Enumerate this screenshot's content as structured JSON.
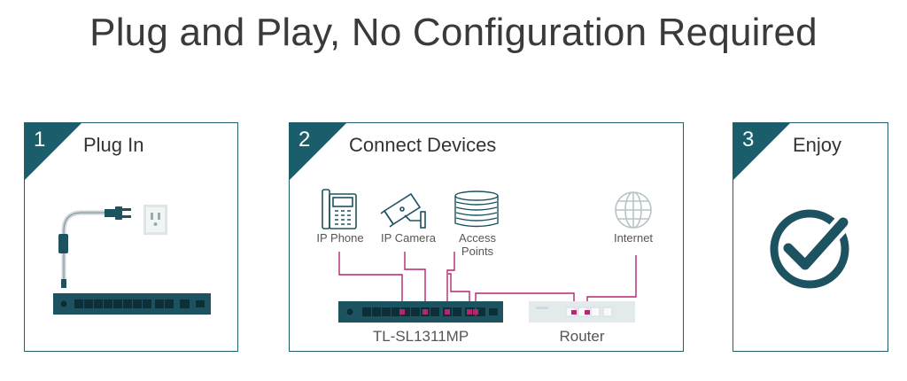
{
  "headline": "Plug and Play, No Configuration Required",
  "colors": {
    "accent": "#1a5e6c",
    "magenta": "#b5276e",
    "border": "#1f5d6a"
  },
  "steps": [
    {
      "number": "1",
      "title": "Plug In"
    },
    {
      "number": "2",
      "title": "Connect Devices"
    },
    {
      "number": "3",
      "title": "Enjoy"
    }
  ],
  "devices": {
    "ip_phone": "IP Phone",
    "ip_camera": "IP Camera",
    "access_points_line1": "Access",
    "access_points_line2": "Points",
    "internet": "Internet"
  },
  "switch_label": "TL-SL1311MP",
  "router_label": "Router",
  "icons": [
    "power-plug-icon",
    "wall-outlet-icon",
    "ip-phone-icon",
    "ip-camera-icon",
    "access-point-icon",
    "globe-icon",
    "checkmark-icon"
  ]
}
